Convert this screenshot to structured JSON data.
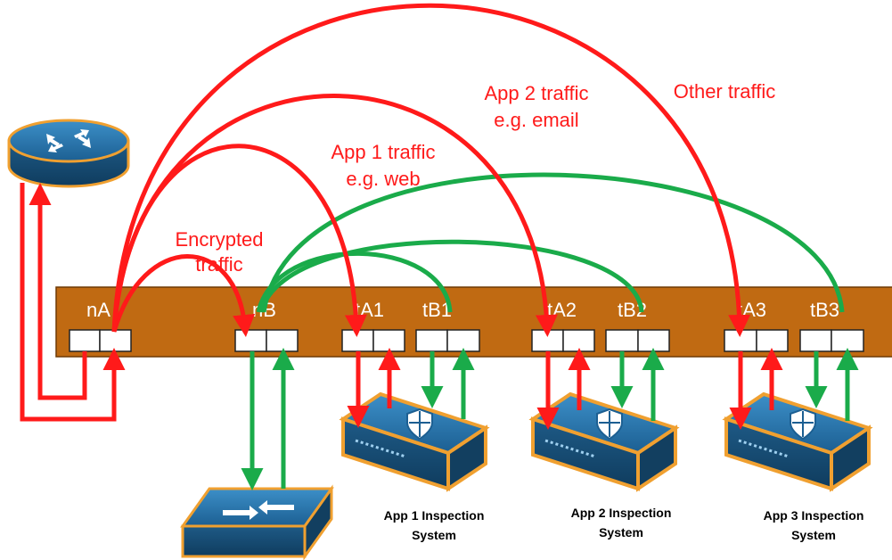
{
  "traffic_labels": {
    "encrypted_line1": "Encrypted",
    "encrypted_line2": "traffic",
    "app1_line1": "App  1 traffic",
    "app1_line2": "e.g. web",
    "app2_line1": "App  2 traffic",
    "app2_line2": "e.g. email",
    "other": "Other traffic"
  },
  "ports": {
    "nA": "nA",
    "nB": "nB",
    "tA1": "tA1",
    "tB1": "tB1",
    "tA2": "tA2",
    "tB2": "tB2",
    "tA3": "tA3",
    "tB3": "tB3"
  },
  "inspection_systems": [
    {
      "line1": "App 1 Inspection",
      "line2": "System"
    },
    {
      "line1": "App 2 Inspection",
      "line2": "System"
    },
    {
      "line1": "App 3 Inspection",
      "line2": "System"
    }
  ],
  "devices": {
    "router_icon": "router-icon",
    "switch_icon": "switch-icon",
    "appliance_icon": "security-appliance-icon"
  },
  "colors": {
    "red_path": "#ff1a1a",
    "green_path": "#1aab4a",
    "bar": "#c06a12",
    "device": "#1f5f8f"
  }
}
